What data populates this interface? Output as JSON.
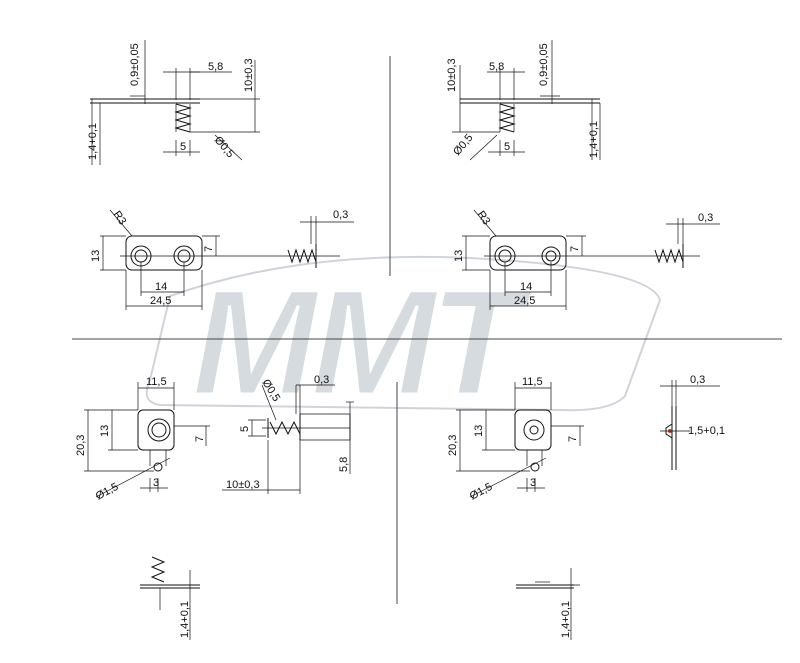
{
  "watermark": {
    "text": "MMT",
    "color": "#d6dbe0"
  },
  "top_left": {
    "side_view": {
      "thickness": "0,9±0,05",
      "width": "5,8",
      "height": "10±0,3",
      "base": "1,4+0,1",
      "pitch": "5",
      "wire": "Ø0,5"
    },
    "plan_view": {
      "radius": "R3",
      "height": "13",
      "tab": "7",
      "pitch": "14",
      "length": "24,5"
    },
    "spring_view": {
      "wire": "0,3"
    }
  },
  "top_right": {
    "side_view": {
      "height": "10±0,3",
      "width": "5,8",
      "thickness": "0,9±0,05",
      "base": "1,4+0,1",
      "pitch": "5",
      "wire": "Ø0,5"
    },
    "plan_view": {
      "radius": "R3",
      "height": "13",
      "tab": "7",
      "pitch": "14",
      "length": "24,5"
    },
    "spring_view": {
      "wire": "0,3"
    }
  },
  "bottom_left": {
    "plan_view": {
      "width": "11,5",
      "total_height": "20,3",
      "height": "13",
      "tab": "7",
      "hole": "Ø1,5",
      "leg": "3"
    },
    "side_view": {
      "thickness": "0,3",
      "wire": "Ø0,5",
      "pitch": "5",
      "width": "5,8",
      "length": "10±0,3"
    },
    "base_view": {
      "base": "1,4+0,1"
    }
  },
  "bottom_right": {
    "plan_view": {
      "width": "11,5",
      "total_height": "20,3",
      "height": "13",
      "tab": "7",
      "hole": "Ø1,5",
      "leg": "3"
    },
    "side_view": {
      "thickness": "0,3",
      "bump": "1,5+0,1"
    },
    "base_view": {
      "base": "1,4+0,1"
    }
  }
}
